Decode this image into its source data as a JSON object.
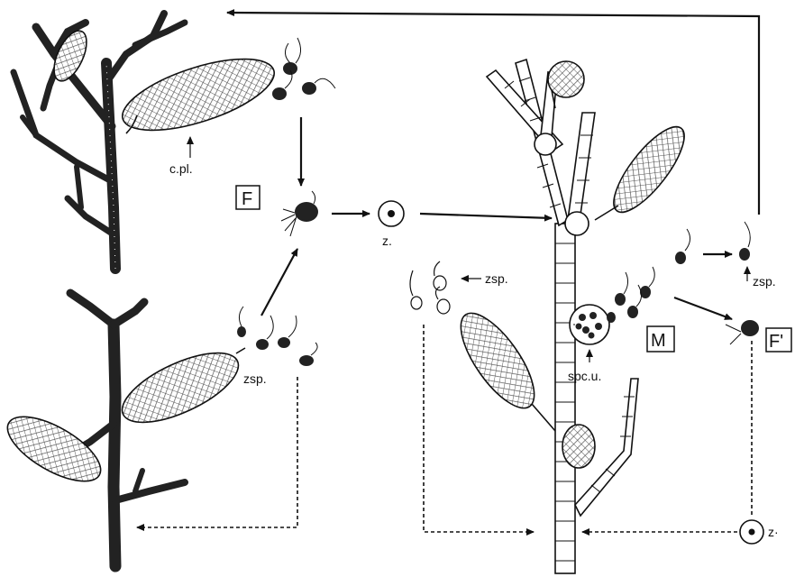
{
  "labels": {
    "c_pl": "c.pl.",
    "zsp_left": "zsp.",
    "zsp_middle": "zsp.",
    "zsp_right": "zsp.",
    "z_center": "z.",
    "z_right": "z·",
    "spc_u": "spc.u.",
    "box_F": "F",
    "box_M": "M",
    "box_F_prime": "F'"
  },
  "colors": {
    "ink": "#111111",
    "paper": "#ffffff",
    "hatch": "#555555"
  }
}
